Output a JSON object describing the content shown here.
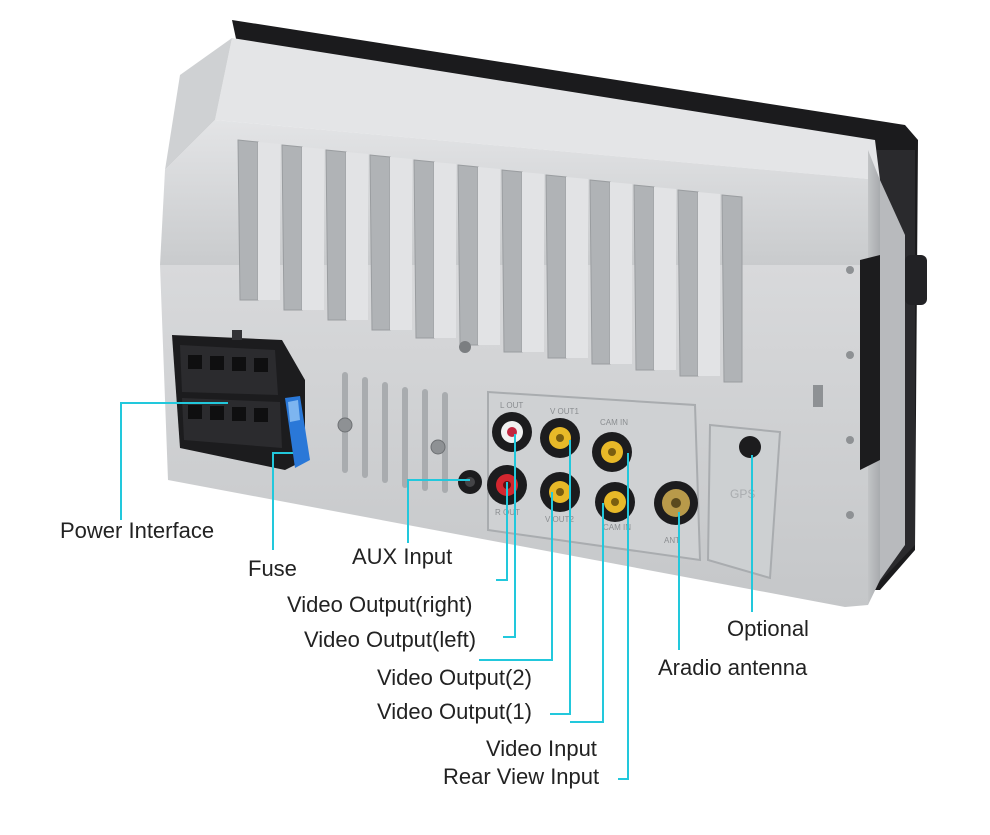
{
  "colors": {
    "leader_line": "#22c8dc",
    "housing": "#d4d6d8",
    "housing_shadow": "#a9acaf",
    "connector_black": "#1c1c1e",
    "fuse_blue": "#2a78d8",
    "rca_red": "#d3262f",
    "rca_yellow": "#e8b928",
    "rca_white": "#f1f1f1",
    "antenna_gold": "#b89a4a"
  },
  "panel_printing": {
    "left_rca": "L OUT",
    "r_out": "R OUT",
    "v_out1": "V OUT1",
    "v_out2": "V OUT2",
    "cam_in": "CAM IN",
    "cam_in2": "CAM IN",
    "ant": "ANT",
    "gps": "GPS"
  },
  "callouts": {
    "power_interface": "Power Interface",
    "fuse": "Fuse",
    "aux_input": "AUX Input",
    "video_output_right": "Video Output(right)",
    "video_output_left": "Video Output(left)",
    "video_output_2": "Video Output(2)",
    "video_output_1": "Video Output(1)",
    "video_input": "Video Input",
    "rear_view_input": "Rear View Input",
    "optional": "Optional",
    "aradio_antenna": "Aradio antenna"
  }
}
